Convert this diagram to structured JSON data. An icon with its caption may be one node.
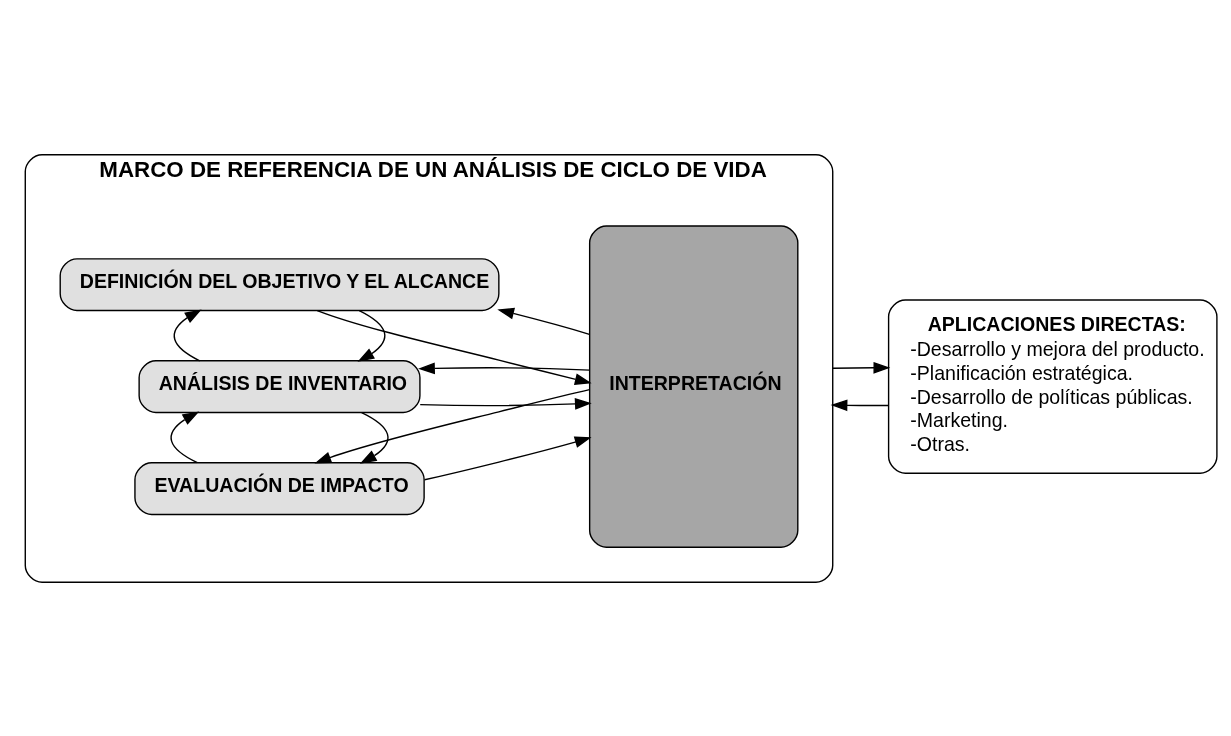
{
  "diagram": {
    "nodes": [
      {
        "text": [
          "MARCO DE REFERENCIA DE UN ANÁLISIS DE CICLO DE VIDA"
        ]
      },
      {
        "text": [
          "DEFINICIÓN DEL OBJETIVO Y EL ALCANCE"
        ],
        "in": 0
      },
      {
        "text": [
          "ANÁLISIS DE INVENTARIO"
        ],
        "in": 0
      },
      {
        "text": [
          "EVALUACIÓN DE IMPACTO"
        ],
        "in": 0
      },
      {
        "text": [
          "INTERPRETACIÓN"
        ],
        "in": 0
      },
      {
        "text": [
          "APLICACIONES DIRECTAS:",
          "-Desarrollo y mejora del producto.",
          "-Planificación estratégica.",
          "-Desarrollo de políticas públicas.",
          "-Marketing.",
          "-Otras."
        ]
      }
    ],
    "edges": [
      {
        "from": 4,
        "to": 1,
        "arrow": "to"
      },
      {
        "from": 1,
        "to": 4,
        "arrow": "to"
      },
      {
        "from": 1,
        "to": 2,
        "arrow": "to"
      },
      {
        "from": 2,
        "to": 1,
        "arrow": "to"
      },
      {
        "from": 4,
        "to": 2,
        "arrow": "to"
      },
      {
        "from": 2,
        "to": 4,
        "arrow": "to"
      },
      {
        "from": 2,
        "to": 3,
        "arrow": "to"
      },
      {
        "from": 3,
        "to": 2,
        "arrow": "to"
      },
      {
        "from": 4,
        "to": 3,
        "arrow": "to"
      },
      {
        "from": 3,
        "to": 4,
        "arrow": "to"
      },
      {
        "from": 5,
        "to": 0,
        "arrow": "to"
      },
      {
        "from": 0,
        "to": 5,
        "arrow": "to"
      }
    ]
  }
}
